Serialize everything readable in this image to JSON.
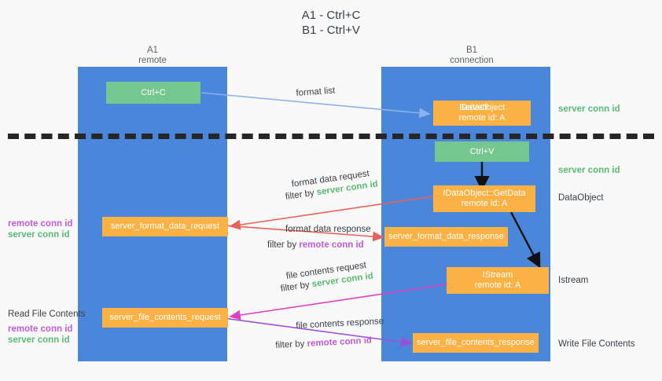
{
  "title": {
    "line1": "A1 - Ctrl+C",
    "line2": "B1 - Ctrl+V"
  },
  "lanes": [
    {
      "id": "a1",
      "name": "A1",
      "sub": "remote"
    },
    {
      "id": "b1",
      "name": "B1",
      "sub": "connection"
    }
  ],
  "nodes": {
    "ctrl_c": {
      "label": "Ctrl+C"
    },
    "set_dataobject": {
      "label": "IDataObject",
      "under": "SetVerl",
      "line2": "remote id: A"
    },
    "ctrl_v": {
      "label": "Ctrl+V"
    },
    "getdata": {
      "label": "IDataObject::GetData",
      "line2": "remote id: A"
    },
    "istream": {
      "label": "IStream",
      "line2": "remote id: A"
    },
    "fmt_req": {
      "label": "server_format_data_request"
    },
    "fmt_res": {
      "label": "server_format_data_response"
    },
    "file_req": {
      "label": "server_file_contents_request"
    },
    "file_res": {
      "label": "server_file_contents_response"
    }
  },
  "edge_labels": {
    "format_list": "format list",
    "format_data_request": "format data request",
    "format_data_request_filter_prefix": "filter by ",
    "format_data_request_filter_key": "server conn id",
    "format_data_response": "format data response",
    "format_data_response_filter_prefix": "filter by ",
    "format_data_response_filter_key": "remote conn id",
    "file_contents_request": "file contents request",
    "file_contents_request_filter_prefix": "filter by ",
    "file_contents_request_filter_key": "server conn id",
    "file_contents_response": "file contents response",
    "file_contents_response_filter_prefix": "filter by ",
    "file_contents_response_filter_key": "remote conn id"
  },
  "right_labels": {
    "server_conn_id_top": "server conn id",
    "server_conn_id_mid": "server conn id",
    "dataobject": "DataObject",
    "istream": "Istream",
    "write_file_contents": "Write File Contents"
  },
  "left_labels": {
    "remote_conn_id_upper": "remote conn id",
    "server_conn_id_upper": "server conn id",
    "read_file_contents": "Read File Contents",
    "remote_conn_id_lower": "remote conn id",
    "server_conn_id_lower": "server conn id"
  },
  "colors": {
    "lane": "#4a86d9",
    "green_node": "#76c68f",
    "orange_node": "#fbb143",
    "green_text": "#5bb974",
    "purple_text": "#c05bd8",
    "arrow_blue": "#8ab4e8",
    "arrow_red": "#e8615a",
    "arrow_magenta": "#e040c0",
    "arrow_purple": "#9c4fd8",
    "arrow_black": "#111111",
    "background": "#f9f9f9"
  }
}
